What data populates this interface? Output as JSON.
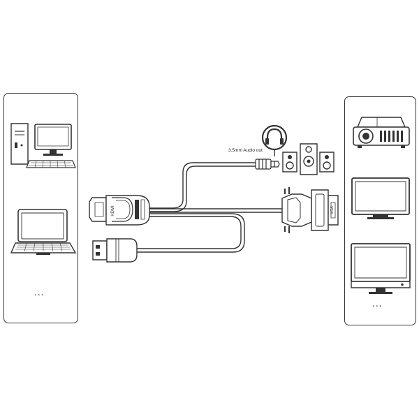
{
  "diagram": {
    "source_devices": [
      {
        "icon": "desktop-computer-icon"
      },
      {
        "icon": "laptop-icon"
      }
    ],
    "source_more": "...",
    "display_devices": [
      {
        "icon": "projector-icon"
      },
      {
        "icon": "monitor-icon"
      },
      {
        "icon": "tv-icon"
      }
    ],
    "display_more": "...",
    "audio_label": "3.5mm Audio out",
    "cable": {
      "left_connectors": [
        "hdmi-male-plug",
        "usb-a-plug"
      ],
      "right_connectors": [
        "vga-female-connector",
        "3.5mm-audio-jack"
      ],
      "audio_outputs": [
        "headphone-icon",
        "speaker-icon"
      ]
    },
    "colors": {
      "line": "#333333",
      "background": "#ffffff"
    }
  }
}
